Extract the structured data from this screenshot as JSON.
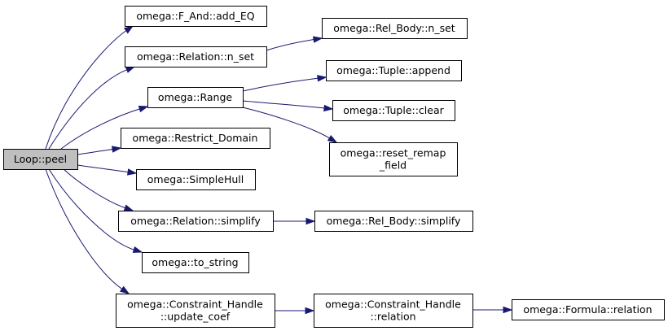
{
  "graph": {
    "root": "Loop::peel",
    "nodes": {
      "loop_peel": [
        "Loop::peel"
      ],
      "f_and_add_eq": [
        "omega::F_And::add_EQ"
      ],
      "relation_n_set": [
        "omega::Relation::n_set"
      ],
      "rel_body_n_set": [
        "omega::Rel_Body::n_set"
      ],
      "range": [
        "omega::Range"
      ],
      "tuple_append": [
        "omega::Tuple::append"
      ],
      "tuple_clear": [
        "omega::Tuple::clear"
      ],
      "reset_remap_field": [
        "omega::reset_remap",
        "_field"
      ],
      "restrict_domain": [
        "omega::Restrict_Domain"
      ],
      "simple_hull": [
        "omega::SimpleHull"
      ],
      "relation_simplify": [
        "omega::Relation::simplify"
      ],
      "rel_body_simplify": [
        "omega::Rel_Body::simplify"
      ],
      "to_string": [
        "omega::to_string"
      ],
      "constraint_update_coef": [
        "omega::Constraint_Handle",
        "::update_coef"
      ],
      "constraint_relation": [
        "omega::Constraint_Handle",
        "::relation"
      ],
      "formula_relation": [
        "omega::Formula::relation"
      ]
    },
    "edges": [
      [
        "loop_peel",
        "f_and_add_eq"
      ],
      [
        "loop_peel",
        "relation_n_set"
      ],
      [
        "loop_peel",
        "range"
      ],
      [
        "loop_peel",
        "restrict_domain"
      ],
      [
        "loop_peel",
        "simple_hull"
      ],
      [
        "loop_peel",
        "relation_simplify"
      ],
      [
        "loop_peel",
        "to_string"
      ],
      [
        "loop_peel",
        "constraint_update_coef"
      ],
      [
        "relation_n_set",
        "rel_body_n_set"
      ],
      [
        "range",
        "tuple_append"
      ],
      [
        "range",
        "tuple_clear"
      ],
      [
        "range",
        "reset_remap_field"
      ],
      [
        "relation_simplify",
        "rel_body_simplify"
      ],
      [
        "constraint_update_coef",
        "constraint_relation"
      ],
      [
        "constraint_relation",
        "formula_relation"
      ]
    ]
  },
  "colors": {
    "edge": "#191970",
    "root_fill": "#bfbfbf",
    "node_fill": "#ffffff",
    "border": "#000000"
  }
}
